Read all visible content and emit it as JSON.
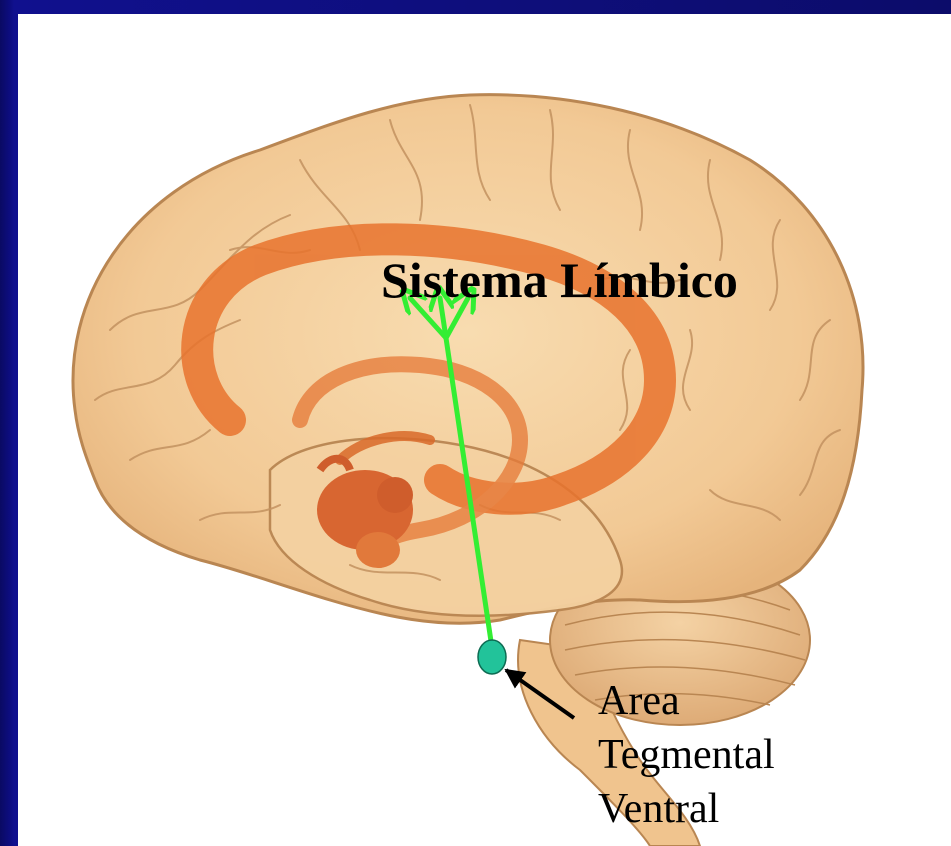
{
  "title": "Sistema Límbico",
  "region_label": {
    "line1": "Area",
    "line2": "Tegmental",
    "line3": "Ventral"
  },
  "colors": {
    "background_frame": "#0b0b6e",
    "brain_tissue": "#f3cf9d",
    "limbic_system": "#e8732e",
    "pathway_arrow": "#33ee33",
    "vta_dot": "#22c39a",
    "pointer_arrow": "#000000"
  }
}
